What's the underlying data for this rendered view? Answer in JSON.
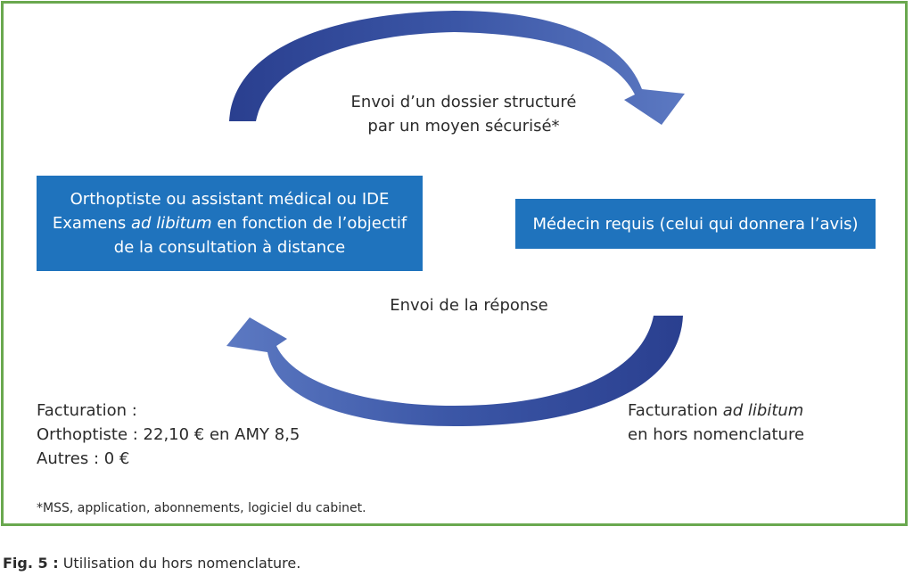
{
  "diagram": {
    "left_box": {
      "line1": "Orthoptiste ou assistant médical ou IDE",
      "line2_pre": "Examens ",
      "line2_em": "ad libitum",
      "line2_post": " en fonction de l’objectif",
      "line3": "de la consultation à distance"
    },
    "right_box": {
      "text": "Médecin requis (celui qui donnera l’avis)"
    },
    "top_arrow_label": {
      "line1": "Envoi d’un dossier structuré",
      "line2": "par un moyen sécurisé*"
    },
    "bottom_arrow_label": "Envoi de la réponse",
    "billing_left": {
      "line1": "Facturation :",
      "line2": "Orthoptiste : 22,10 € en AMY 8,5",
      "line3": "Autres : 0 €"
    },
    "billing_right": {
      "line1_pre": "Facturation ",
      "line1_em": "ad libitum",
      "line2": "en hors nomenclature"
    },
    "footnote": "*MSS, application, abonnements, logiciel du cabinet."
  },
  "caption": {
    "label": "Fig. 5 :",
    "text": " Utilisation du hors nomenclature."
  },
  "colors": {
    "box": "#1f73bd",
    "frame": "#6aa84f",
    "arrow": "#3c58a8"
  }
}
